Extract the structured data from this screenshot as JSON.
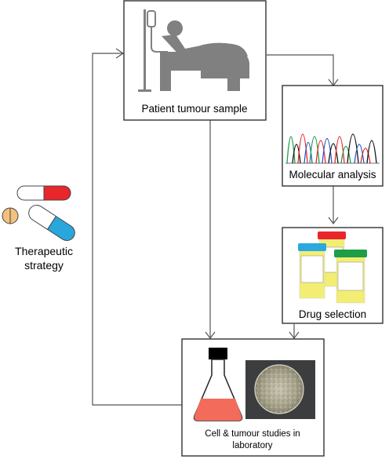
{
  "boxes": {
    "patient": {
      "label": "Patient tumour sample"
    },
    "molecular": {
      "label": "Molecular analysis"
    },
    "drug": {
      "label": "Drug selection"
    },
    "lab": {
      "label_line1": "Cell & tumour studies in",
      "label_line2": "laboratory"
    }
  },
  "therapeutic": {
    "line1": "Therapeutic",
    "line2": "strategy"
  },
  "icons": {
    "patient": "patient-in-hospital-bed-icon",
    "chromatogram": "dna-sequencing-chromatogram-icon",
    "drug_vials": "drug-vials-icon",
    "flask": "culture-flask-icon",
    "spheroid": "tumour-spheroid-micrograph",
    "pills": "capsule-and-tablet-icon"
  },
  "colors": {
    "icon_gray": "#808080",
    "flask_liquid": "#f26b5b",
    "pill_red": "#e8262c",
    "pill_blue": "#29a6dc",
    "tablet_orange": "#f4c17f",
    "vial_yellow": "#f3ee73",
    "cap_blue": "#2aa9e0",
    "cap_red": "#e8262c",
    "cap_green": "#1e9e47"
  }
}
